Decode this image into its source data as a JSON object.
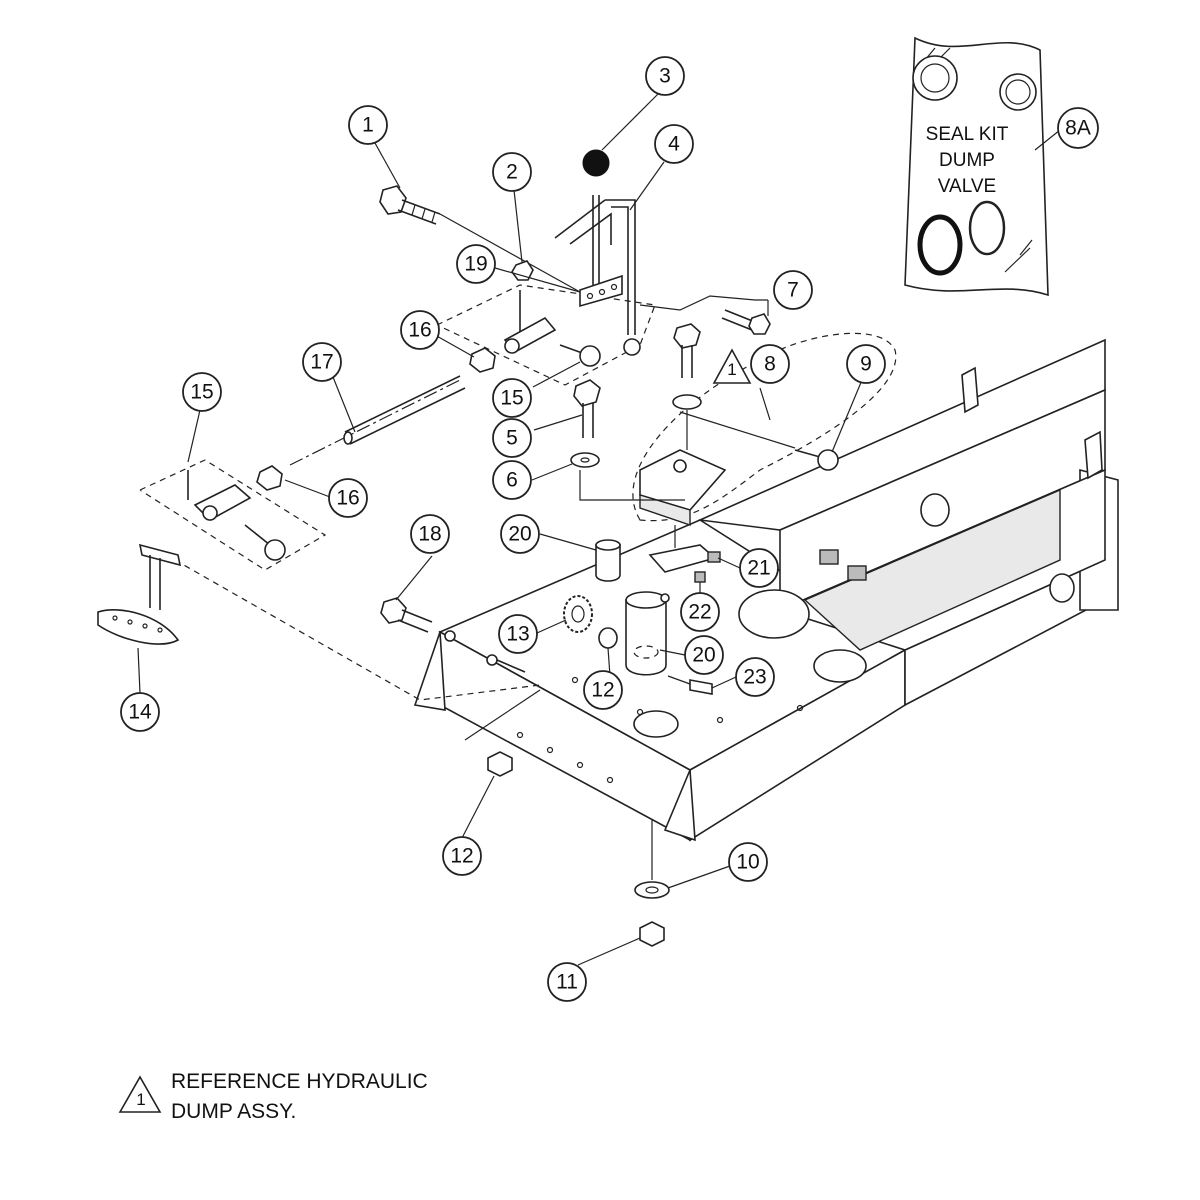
{
  "callouts": {
    "c1": "1",
    "c2": "2",
    "c3": "3",
    "c4": "4",
    "c5": "5",
    "c6": "6",
    "c7": "7",
    "c8": "8",
    "c8a": "8A",
    "c9": "9",
    "c10": "10",
    "c11": "11",
    "c12a": "12",
    "c12b": "12",
    "c13": "13",
    "c14": "14",
    "c15a": "15",
    "c15b": "15",
    "c16a": "16",
    "c16b": "16",
    "c17": "17",
    "c18": "18",
    "c19": "19",
    "c20a": "20",
    "c20b": "20",
    "c21": "21",
    "c22": "22",
    "c23": "23"
  },
  "seal_kit": {
    "line1": "SEAL KIT",
    "line2": "DUMP",
    "line3": "VALVE"
  },
  "reference_marker": "1",
  "note": {
    "marker": "1",
    "line1": "REFERENCE HYDRAULIC",
    "line2": "DUMP ASSY."
  }
}
